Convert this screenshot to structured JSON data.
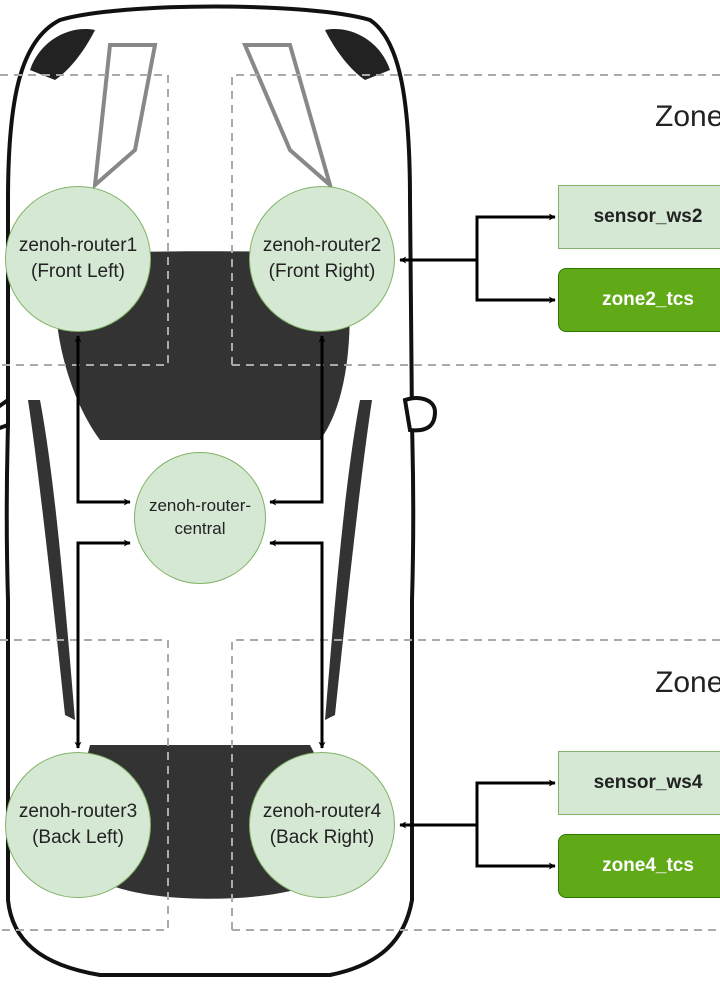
{
  "routers": {
    "front_left": {
      "line1": "zenoh-router1",
      "line2": "(Front Left)"
    },
    "front_right": {
      "line1": "zenoh-router2",
      "line2": "(Front Right)"
    },
    "central": {
      "line1": "zenoh-router-",
      "line2": "central"
    },
    "back_left": {
      "line1": "zenoh-router3",
      "line2": "(Back Left)"
    },
    "back_right": {
      "line1": "zenoh-router4",
      "line2": "(Back Right)"
    }
  },
  "zones": {
    "top": {
      "label": "Zone",
      "sensor": "sensor_ws2",
      "tcs": "zone2_tcs"
    },
    "bottom": {
      "label": "Zone",
      "sensor": "sensor_ws4",
      "tcs": "zone4_tcs"
    }
  },
  "colors": {
    "router_fill": "#d5e8d4",
    "router_stroke": "#82b366",
    "tcs_fill": "#60a917",
    "car_dark": "#333333"
  }
}
